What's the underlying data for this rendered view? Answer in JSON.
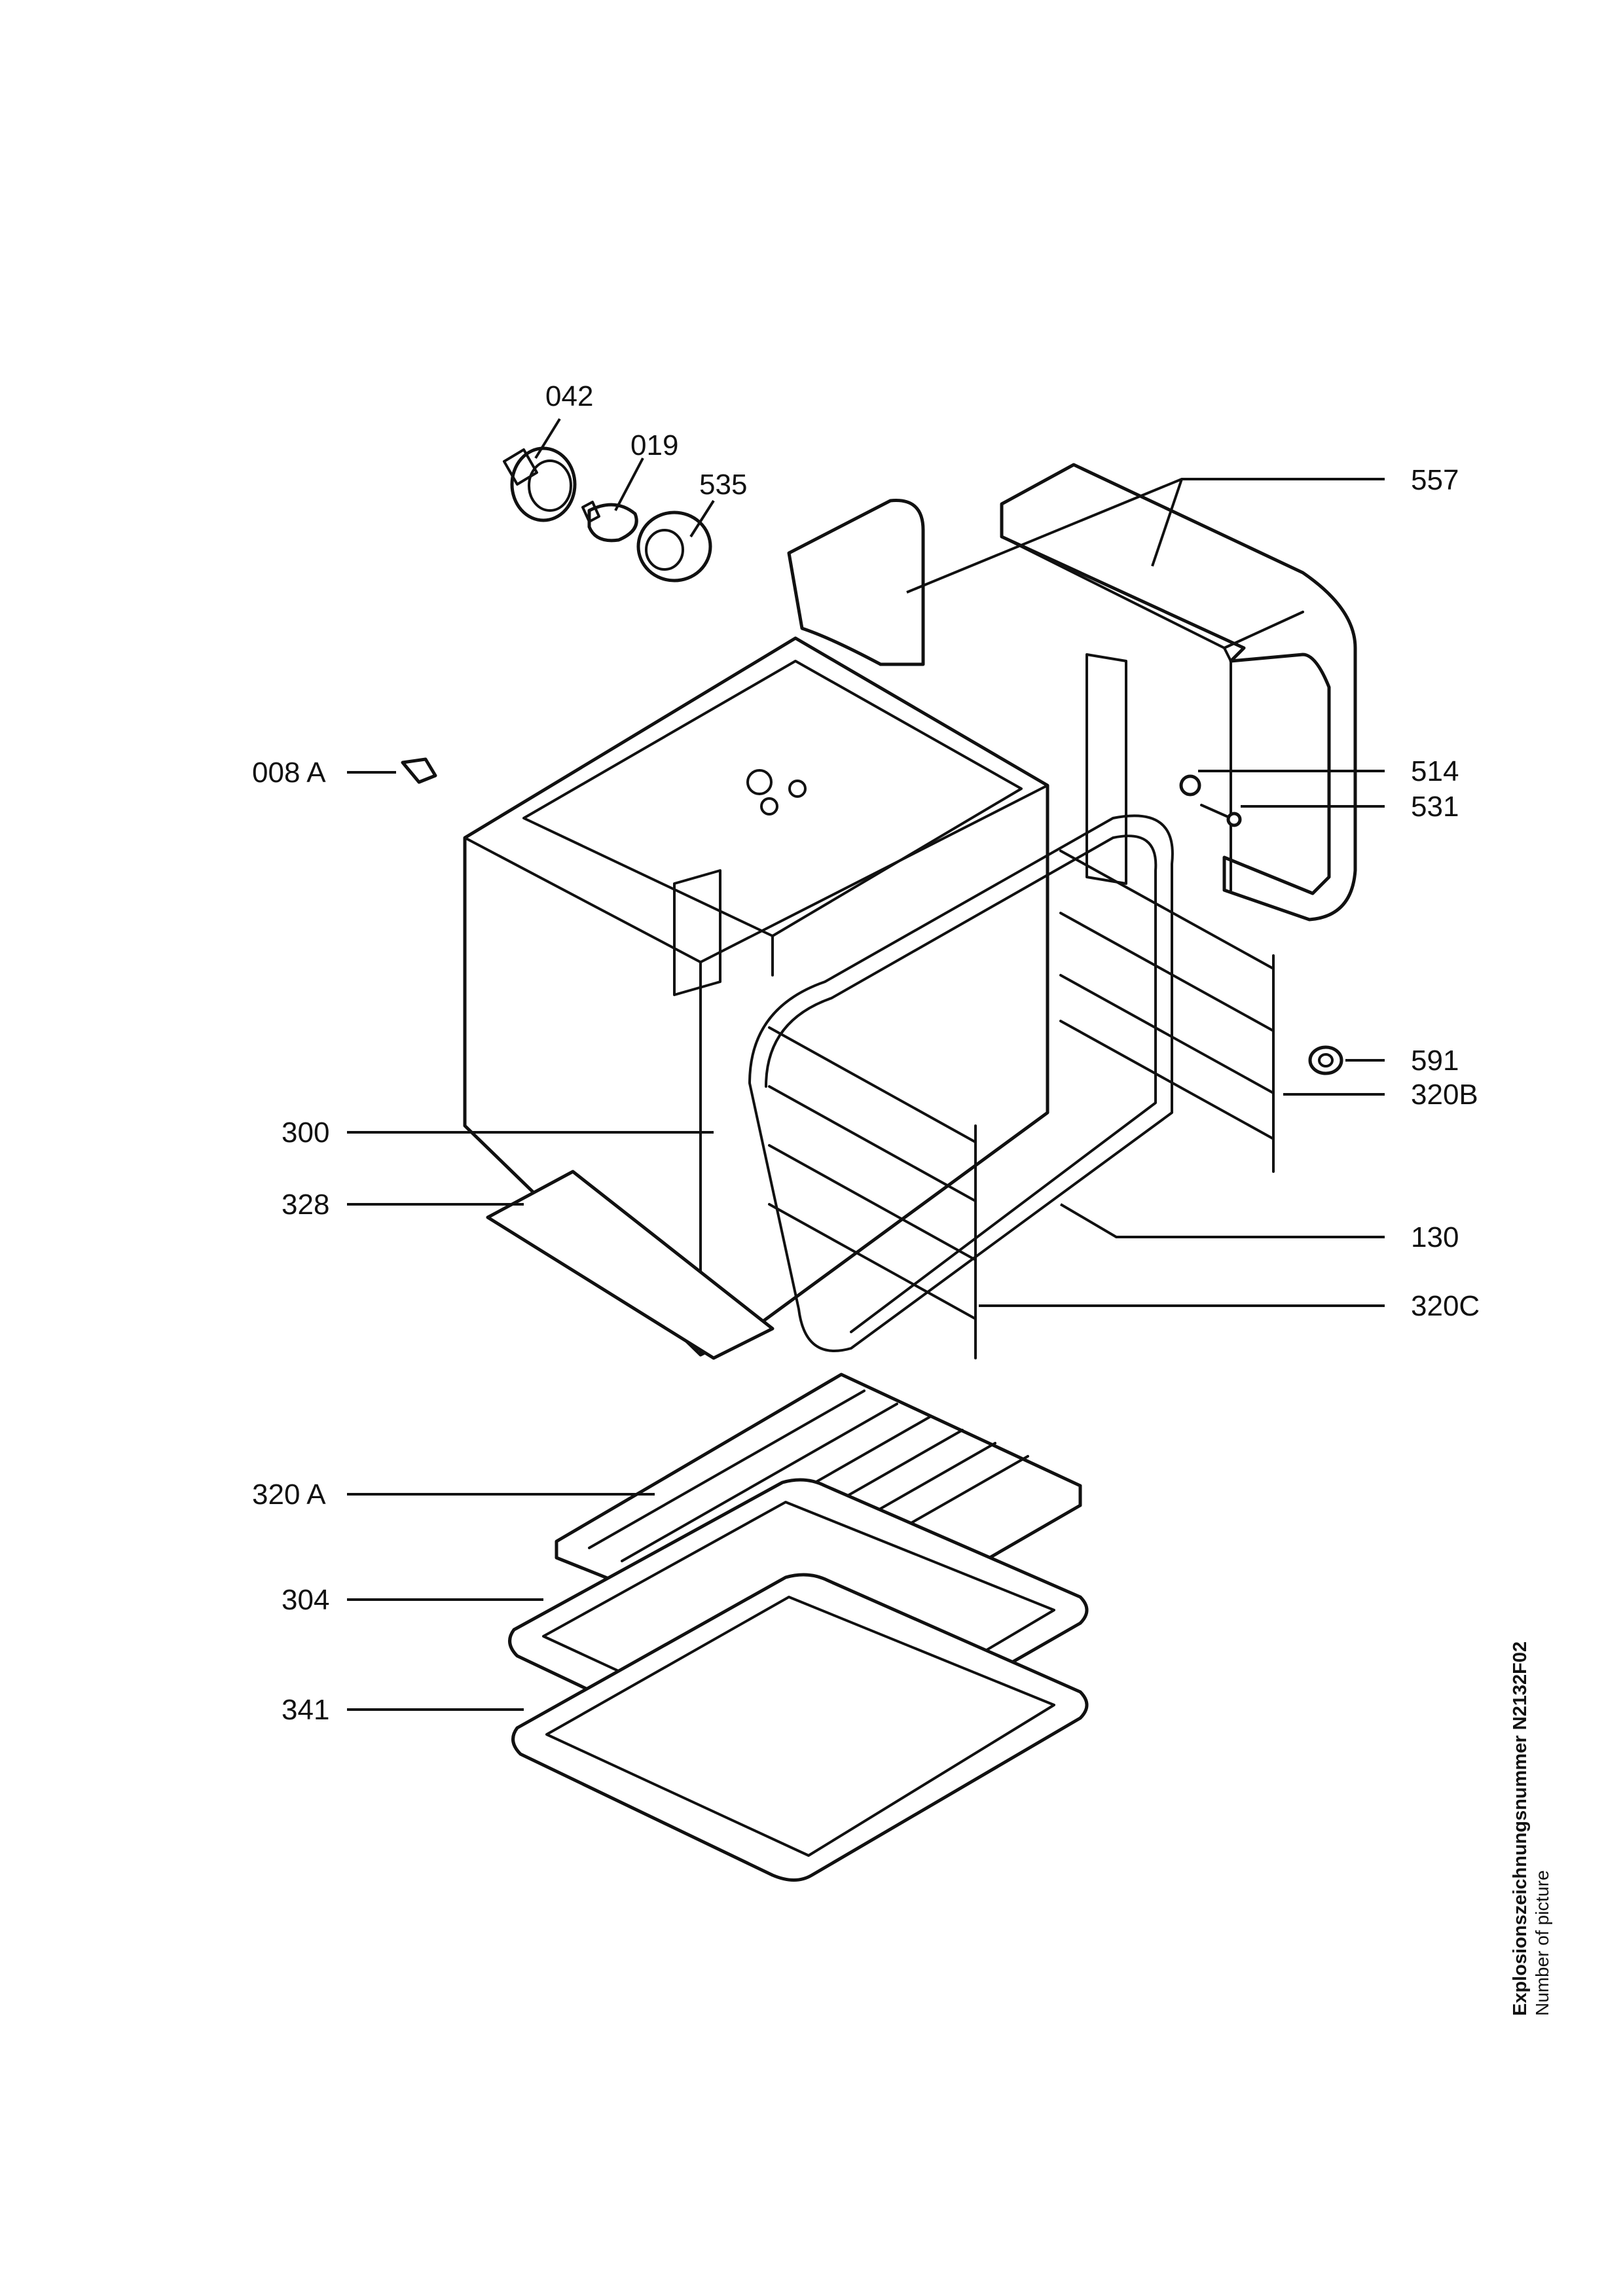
{
  "callouts": [
    {
      "id": "042",
      "label": "042"
    },
    {
      "id": "019",
      "label": "019"
    },
    {
      "id": "535",
      "label": "535"
    },
    {
      "id": "557",
      "label": "557"
    },
    {
      "id": "008A",
      "label": "008 A"
    },
    {
      "id": "514",
      "label": "514"
    },
    {
      "id": "531",
      "label": "531"
    },
    {
      "id": "591",
      "label": "591"
    },
    {
      "id": "320B",
      "label": "320B"
    },
    {
      "id": "300",
      "label": "300"
    },
    {
      "id": "328",
      "label": "328"
    },
    {
      "id": "130",
      "label": "130"
    },
    {
      "id": "320C",
      "label": "320C"
    },
    {
      "id": "320A",
      "label": "320 A"
    },
    {
      "id": "304",
      "label": "304"
    },
    {
      "id": "341",
      "label": "341"
    }
  ],
  "caption": {
    "primary": "Explosionszeichnungsnummer N2132F02",
    "secondary": "Number of picture"
  }
}
